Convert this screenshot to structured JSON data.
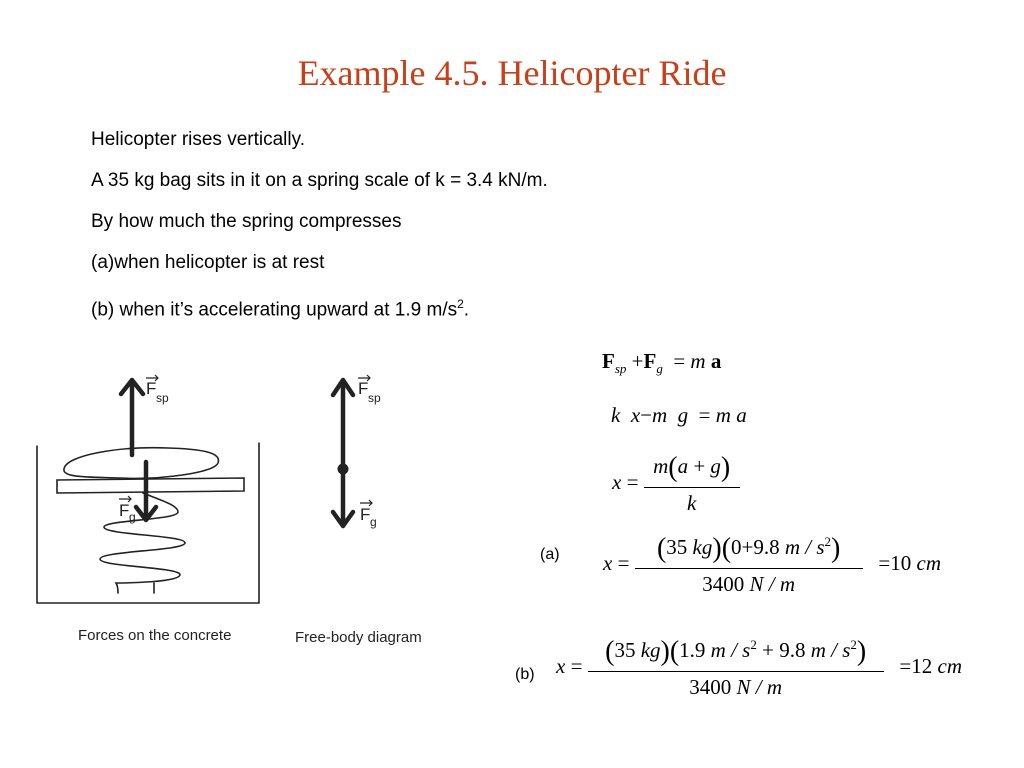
{
  "title": "Example 4.5.  Helicopter Ride",
  "body": {
    "line1": "Helicopter rises vertically.",
    "line2": "A 35 kg bag sits in it on a spring scale of  k = 3.4 kN/m.",
    "line3": "By how much the spring compresses",
    "line4": "(a)when helicopter is at rest",
    "line5_pre": "(b) when it’s accelerating upward at 1.9 m/s",
    "line5_sup": "2",
    "line5_post": "."
  },
  "sketch": {
    "left_caption": "Forces on the concrete",
    "right_caption": "Free-body diagram",
    "fsp_label": "F",
    "fsp_sub": "sp",
    "fg_label": "F",
    "fg_sub": "g"
  },
  "equations": {
    "eq1": {
      "F1": "F",
      "sub1": "sp",
      "plus": "+",
      "F2": "F",
      "sub2": "g",
      "eq": "=",
      "m": "m",
      "a": "a"
    },
    "eq2": {
      "k": "k",
      "x": "x",
      "minus": "−",
      "m": "m",
      "g": "g",
      "eq": "=",
      "m2": "m",
      "a": "a"
    },
    "eq3": {
      "x": "x",
      "eq": "=",
      "num_m": "m",
      "num_a": "a",
      "num_plus": "+",
      "num_g": "g",
      "den": "k"
    },
    "eq4": {
      "label": "(a)",
      "x": "x",
      "eq": "=",
      "num_35": "35",
      "num_kg": "kg",
      "num_0": "0",
      "num_plus": "+",
      "num_98": "9.8",
      "num_unit": "m / s",
      "num_sup": "2",
      "den_3400": "3400",
      "den_unit": "N / m",
      "result_eq": "=",
      "result_val": "10",
      "result_unit": "cm"
    },
    "eq5": {
      "label": "(b)",
      "x": "x",
      "eq": "=",
      "num_35": "35",
      "num_kg": "kg",
      "num_19": "1.9",
      "num_unit1": "m / s",
      "num_sup1": "2",
      "num_plus": "+",
      "num_98": "9.8",
      "num_unit2": "m / s",
      "num_sup2": "2",
      "den_3400": "3400",
      "den_unit": "N / m",
      "result_eq": "=",
      "result_val": "12",
      "result_unit": "cm"
    }
  }
}
